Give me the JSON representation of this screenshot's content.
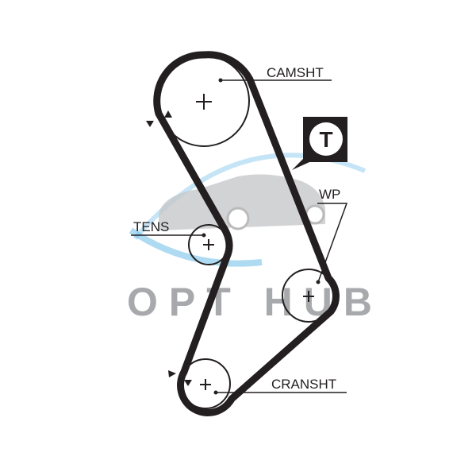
{
  "diagram": {
    "labels": {
      "camshaft": "CAMSHT",
      "tensioner": "TENS",
      "water_pump": "WP",
      "crankshaft": "CRANSHT"
    },
    "badge": {
      "letter": "T",
      "icon": "tensioner-badge-icon"
    },
    "watermark": {
      "text": "OPT HUB",
      "icon": "car-logo-icon"
    },
    "colors": {
      "belt": "#231f20",
      "watermark_gray": "#a7a9ac",
      "watermark_blue": "#5fb7e5"
    }
  }
}
